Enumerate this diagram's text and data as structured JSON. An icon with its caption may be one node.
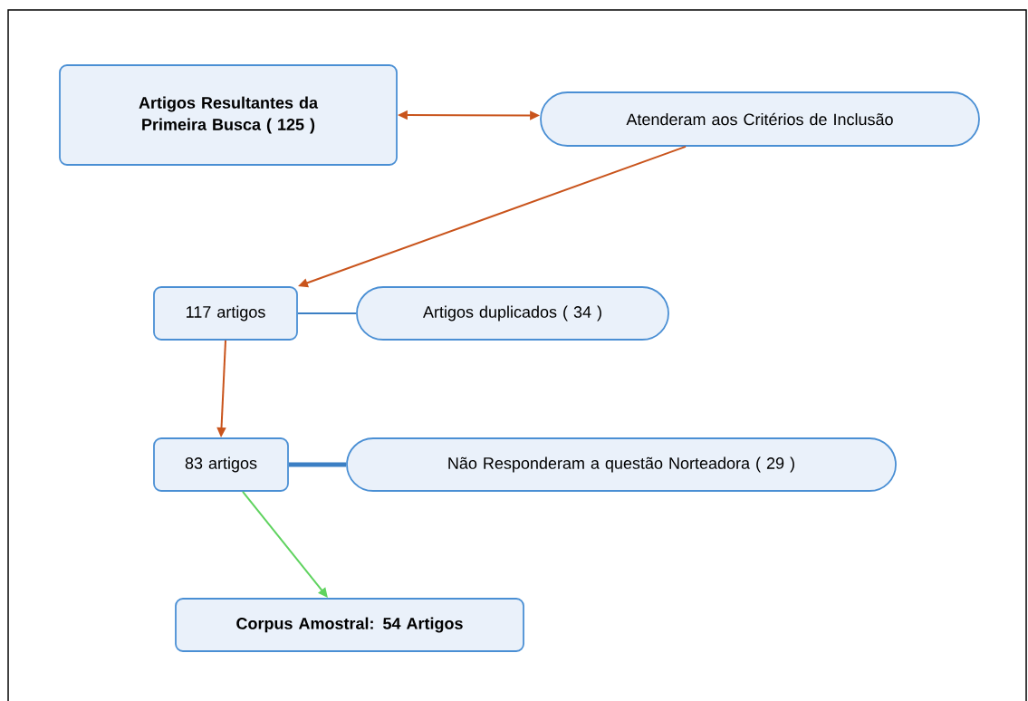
{
  "diagram": {
    "nodes": [
      {
        "text": [
          "Artigos Resultantes da Primeira Busca ( 125 )"
        ]
      },
      {
        "text": [
          "Atenderam aos Critérios de Inclusão"
        ]
      },
      {
        "text": [
          "117 artigos"
        ]
      },
      {
        "text": [
          "Artigos duplicados ( 34 )"
        ]
      },
      {
        "text": [
          "83 artigos"
        ]
      },
      {
        "text": [
          "Não Responderam a questão Norteadora ( 29 )"
        ]
      },
      {
        "text": [
          "Corpus Amostral: 54 Artigos"
        ]
      }
    ],
    "edges": [
      {
        "from": 0,
        "to": 1,
        "arrow": "both",
        "color": "#c9541c"
      },
      {
        "from": 1,
        "to": 2,
        "arrow": "to",
        "color": "#c9541c"
      },
      {
        "from": 2,
        "to": 3,
        "arrow": "none",
        "color": "#3b7fc4"
      },
      {
        "from": 2,
        "to": 4,
        "arrow": "to",
        "color": "#c9541c"
      },
      {
        "from": 4,
        "to": 5,
        "arrow": "none",
        "color": "#3b7fc4",
        "style": "thick"
      },
      {
        "from": 4,
        "to": 6,
        "arrow": "to",
        "color": "#5fd35f"
      }
    ]
  }
}
